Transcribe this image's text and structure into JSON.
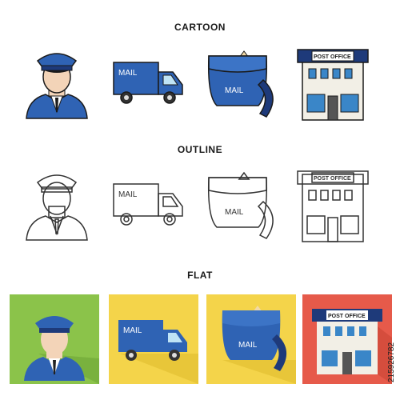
{
  "sections": {
    "cartoon": "CARTOON",
    "outline": "OUTLINE",
    "flat": "FLAT"
  },
  "labels": {
    "mail": "MAIL",
    "post_office": "POST OFFICE"
  },
  "watermark_id": "215926782",
  "icons": [
    "postman-icon",
    "mail-truck-icon",
    "mail-bag-icon",
    "post-office-icon"
  ],
  "colors": {
    "blue": "#2f63b4",
    "navy": "#1e3a7a",
    "skin": "#f3d4b8",
    "flat_green": "#8bc34a",
    "flat_yellow": "#f4d44a",
    "flat_red": "#e65a4a",
    "outline": "#333333"
  }
}
